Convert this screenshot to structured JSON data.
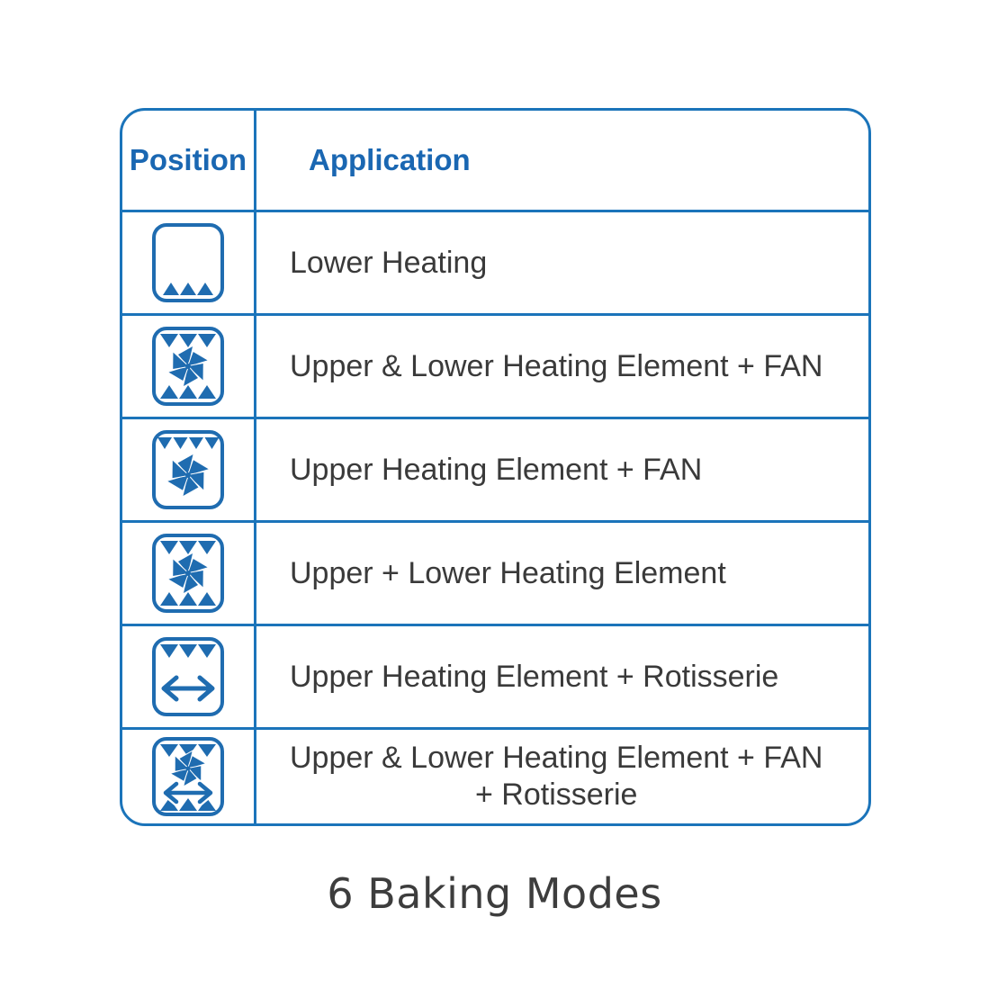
{
  "colors": {
    "accent": "#1b74ba",
    "header-text": "#1a67b2",
    "icon-blue": "#1f6cb0",
    "body-text": "#3a3a3a",
    "title-text": "#3d3d3d",
    "background": "#ffffff"
  },
  "table": {
    "headers": {
      "position": "Position",
      "application": "Application"
    },
    "rows": [
      {
        "icon": "lower-heating-icon",
        "label": "Lower Heating"
      },
      {
        "icon": "upper-lower-heating-fan-icon",
        "label": "Upper & Lower Heating Element + FAN"
      },
      {
        "icon": "upper-heating-fan-icon",
        "label": "Upper Heating Element + FAN"
      },
      {
        "icon": "upper-lower-heating-icon",
        "label": "Upper + Lower Heating Element"
      },
      {
        "icon": "upper-heating-rotisserie-icon",
        "label": "Upper Heating Element + Rotisserie"
      },
      {
        "icon": "upper-lower-heating-fan-rotisserie-icon",
        "label": "Upper & Lower Heating Element + FAN",
        "label2": "+ Rotisserie"
      }
    ]
  },
  "title": "6 Baking Modes"
}
